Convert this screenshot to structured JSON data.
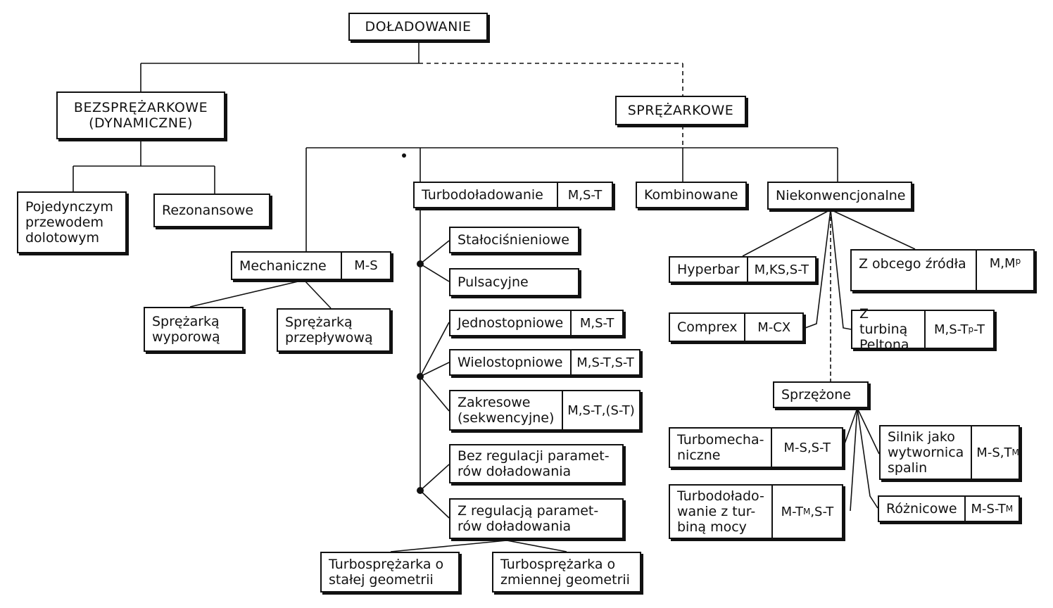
{
  "nodes": {
    "root": "DOŁADOWANIE",
    "bezspr": "BEZSPRĘŻARKOWE\n(DYNAMICZNE)",
    "spr": "SPRĘŻARKOWE",
    "pojedynczym": "Pojedynczym\nprzewodem\ndolotowym",
    "rezonansowe": "Rezonansowe",
    "mechaniczne": "Mechaniczne",
    "mechaniczne_code": "M-S",
    "wyporowa": "Sprężarką\nwyporową",
    "przeplywowa": "Sprężarką\nprzepływową",
    "turbo": "Turbodoładowanie",
    "turbo_code": "M,S-T",
    "kombinowane": "Kombinowane",
    "niekonw": "Niekonwencjonalne",
    "staloc": "Stałociśnieniowe",
    "pulsacyjne": "Pulsacyjne",
    "jednost": "Jednostopniowe",
    "jednost_code": "M,S-T",
    "wielost": "Wielostopniowe",
    "wielost_code": "M,S-T,S-T",
    "zakresowe": "Zakresowe\n(sekwencyjne)",
    "zakresowe_code": "M,S-T,(S-T)",
    "bezreg": "Bez regulacji paramet-\nrów doładowania",
    "zreg": "Z regulacją paramet-\nrów doładowania",
    "stala": "Turbosprężarka o\nstałej geometrii",
    "zmienna": "Turbosprężarka o\nzmiennej geometrii",
    "hyperbar": "Hyperbar",
    "hyperbar_code": "M,KS,S-T",
    "comprex": "Comprex",
    "comprex_code": "M-CX",
    "obcego": "Z obcego źródła",
    "obcego_code_main": "M,M",
    "obcego_code_sub": "p",
    "pelton": "Z turbiną\nPeltona",
    "pelton_code_main": "M,S-T",
    "pelton_code_sub": "p",
    "pelton_code_tail": "-T",
    "sprzezone": "Sprzężone",
    "turbomech": "Turbomecha-\nniczne",
    "turbomech_code": "M-S,S-T",
    "turbodo_moc": "Turbodołado-\nwanie z tur-\nbiną mocy",
    "turbodo_moc_code_main": "M-T",
    "turbodo_moc_code_sub": "M",
    "turbodo_moc_code_tail": ",S-T",
    "silnik": "Silnik jako\nwytwornica\nspalin",
    "silnik_code_main": "M-S,T",
    "silnik_code_sub": "M",
    "roznicowe": "Różnicowe",
    "roznicowe_code_main": "M-S-T",
    "roznicowe_code_sub": "M"
  }
}
